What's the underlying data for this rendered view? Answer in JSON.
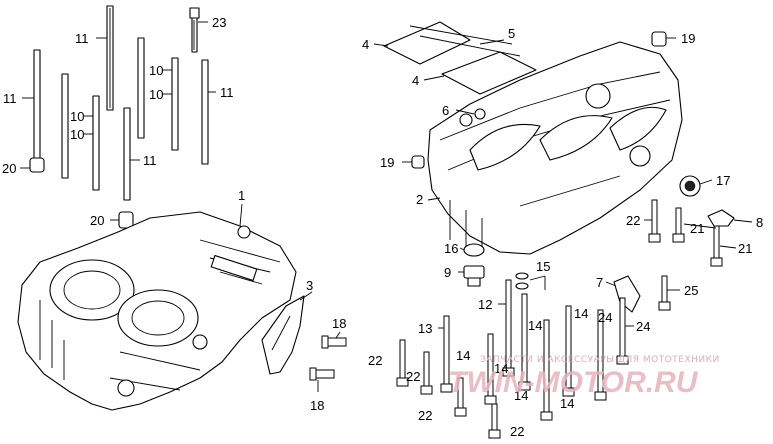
{
  "callouts": {
    "c1": "1",
    "c2": "2",
    "c3": "3",
    "c4a": "4",
    "c4b": "4",
    "c5": "5",
    "c6": "6",
    "c7": "7",
    "c8": "8",
    "c9": "9",
    "c10a": "10",
    "c10b": "10",
    "c10c": "10",
    "c10d": "10",
    "c11a": "11",
    "c11b": "11",
    "c11c": "11",
    "c11d": "11",
    "c12": "12",
    "c13": "13",
    "c14a": "14",
    "c14b": "14",
    "c14c": "14",
    "c14d": "14",
    "c14e": "14",
    "c14f": "14",
    "c15": "15",
    "c16": "16",
    "c17": "17",
    "c18a": "18",
    "c18b": "18",
    "c19a": "19",
    "c19b": "19",
    "c20a": "20",
    "c20b": "20",
    "c21a": "21",
    "c21b": "21",
    "c22a": "22",
    "c22b": "22",
    "c22c": "22",
    "c22d": "22",
    "c22e": "22",
    "c23": "23",
    "c24a": "24",
    "c24b": "24",
    "c25": "25"
  },
  "watermark": {
    "tagline": "ЗАПЧАСТИ И АКСЕССУАРЫ ДЛЯ МОТОТЕХНИКИ",
    "logo": "TWIN-MOTOR.RU"
  }
}
